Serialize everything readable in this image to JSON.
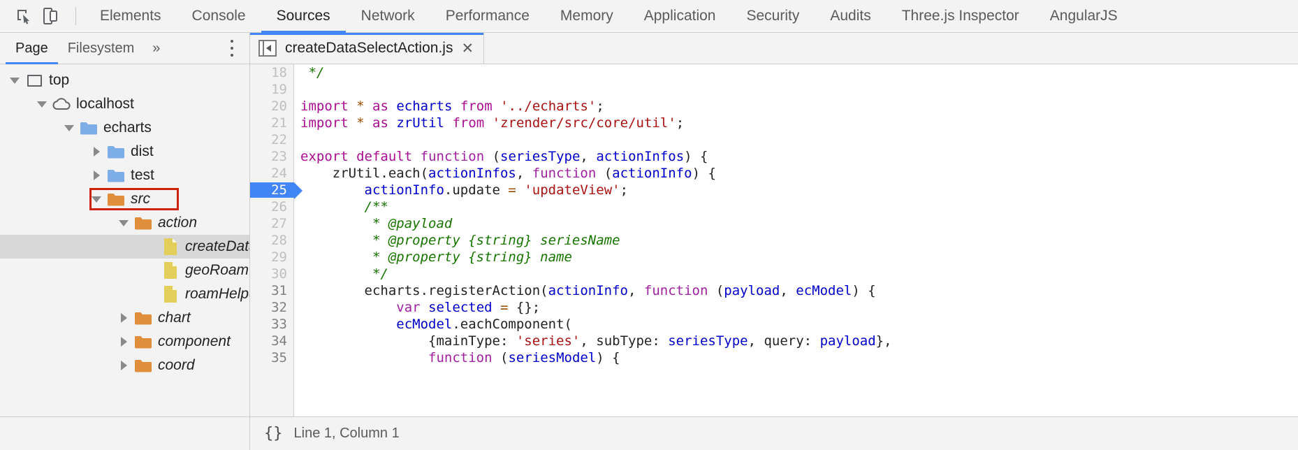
{
  "toolbar": {
    "icons": [
      {
        "name": "inspect-element-icon",
        "title": "Inspect"
      },
      {
        "name": "device-toolbar-icon",
        "title": "Toggle device toolbar"
      }
    ],
    "panels": [
      {
        "label": "Elements",
        "active": false
      },
      {
        "label": "Console",
        "active": false
      },
      {
        "label": "Sources",
        "active": true
      },
      {
        "label": "Network",
        "active": false
      },
      {
        "label": "Performance",
        "active": false
      },
      {
        "label": "Memory",
        "active": false
      },
      {
        "label": "Application",
        "active": false
      },
      {
        "label": "Security",
        "active": false
      },
      {
        "label": "Audits",
        "active": false
      },
      {
        "label": "Three.js Inspector",
        "active": false
      },
      {
        "label": "AngularJS",
        "active": false
      }
    ]
  },
  "navigator": {
    "tabs": [
      {
        "label": "Page",
        "active": true
      },
      {
        "label": "Filesystem",
        "active": false
      }
    ],
    "more_label": "»",
    "menu_name": "more-options",
    "tree": [
      {
        "label": "top",
        "depth": 0,
        "twisty": "down",
        "icon": "frame",
        "italic": false,
        "selected": false,
        "highlighted": false
      },
      {
        "label": "localhost",
        "depth": 1,
        "twisty": "down",
        "icon": "cloud",
        "italic": false,
        "selected": false,
        "highlighted": false
      },
      {
        "label": "echarts",
        "depth": 2,
        "twisty": "down",
        "icon": "folder-blue",
        "italic": false,
        "selected": false,
        "highlighted": false
      },
      {
        "label": "dist",
        "depth": 3,
        "twisty": "right",
        "icon": "folder-blue",
        "italic": false,
        "selected": false,
        "highlighted": false
      },
      {
        "label": "test",
        "depth": 3,
        "twisty": "right",
        "icon": "folder-blue",
        "italic": false,
        "selected": false,
        "highlighted": false
      },
      {
        "label": "src",
        "depth": 3,
        "twisty": "down",
        "icon": "folder-orange",
        "italic": true,
        "selected": false,
        "highlighted": true
      },
      {
        "label": "action",
        "depth": 4,
        "twisty": "down",
        "icon": "folder-orange",
        "italic": true,
        "selected": false,
        "highlighted": false
      },
      {
        "label": "createDataSelectAction.js",
        "depth": 5,
        "twisty": "none",
        "icon": "file-js",
        "italic": true,
        "selected": true,
        "highlighted": false
      },
      {
        "label": "geoRoam.js",
        "depth": 5,
        "twisty": "none",
        "icon": "file-js",
        "italic": true,
        "selected": false,
        "highlighted": false
      },
      {
        "label": "roamHelper.js",
        "depth": 5,
        "twisty": "none",
        "icon": "file-js",
        "italic": true,
        "selected": false,
        "highlighted": false
      },
      {
        "label": "chart",
        "depth": 4,
        "twisty": "right",
        "icon": "folder-orange",
        "italic": true,
        "selected": false,
        "highlighted": false
      },
      {
        "label": "component",
        "depth": 4,
        "twisty": "right",
        "icon": "folder-orange",
        "italic": true,
        "selected": false,
        "highlighted": false
      },
      {
        "label": "coord",
        "depth": 4,
        "twisty": "right",
        "icon": "folder-orange",
        "italic": true,
        "selected": false,
        "highlighted": false
      }
    ]
  },
  "editor": {
    "tab": {
      "filename": "createDataSelectAction.js",
      "close_label": "✕",
      "nav_toggle_name": "show-navigator-toggle"
    },
    "lines": [
      {
        "num": "18",
        "style": "light",
        "tokens": [
          {
            "t": " */",
            "c": "cm"
          }
        ]
      },
      {
        "num": "19",
        "style": "light",
        "tokens": []
      },
      {
        "num": "20",
        "style": "light",
        "tokens": [
          {
            "t": "import",
            "c": "k"
          },
          {
            "t": " ",
            "c": "pl"
          },
          {
            "t": "*",
            "c": "op"
          },
          {
            "t": " ",
            "c": "pl"
          },
          {
            "t": "as",
            "c": "k"
          },
          {
            "t": " ",
            "c": "pl"
          },
          {
            "t": "echarts",
            "c": "id"
          },
          {
            "t": " ",
            "c": "pl"
          },
          {
            "t": "from",
            "c": "k"
          },
          {
            "t": " ",
            "c": "pl"
          },
          {
            "t": "'../echarts'",
            "c": "st"
          },
          {
            "t": ";",
            "c": "pl"
          }
        ]
      },
      {
        "num": "21",
        "style": "light",
        "tokens": [
          {
            "t": "import",
            "c": "k"
          },
          {
            "t": " ",
            "c": "pl"
          },
          {
            "t": "*",
            "c": "op"
          },
          {
            "t": " ",
            "c": "pl"
          },
          {
            "t": "as",
            "c": "k"
          },
          {
            "t": " ",
            "c": "pl"
          },
          {
            "t": "zrUtil",
            "c": "id"
          },
          {
            "t": " ",
            "c": "pl"
          },
          {
            "t": "from",
            "c": "k"
          },
          {
            "t": " ",
            "c": "pl"
          },
          {
            "t": "'zrender/src/core/util'",
            "c": "st"
          },
          {
            "t": ";",
            "c": "pl"
          }
        ]
      },
      {
        "num": "22",
        "style": "light",
        "tokens": []
      },
      {
        "num": "23",
        "style": "light",
        "tokens": [
          {
            "t": "export",
            "c": "k"
          },
          {
            "t": " ",
            "c": "pl"
          },
          {
            "t": "default",
            "c": "k"
          },
          {
            "t": " ",
            "c": "pl"
          },
          {
            "t": "function",
            "c": "kw"
          },
          {
            "t": " (",
            "c": "pl"
          },
          {
            "t": "seriesType",
            "c": "id"
          },
          {
            "t": ", ",
            "c": "pl"
          },
          {
            "t": "actionInfos",
            "c": "id"
          },
          {
            "t": ") {",
            "c": "pl"
          }
        ]
      },
      {
        "num": "24",
        "style": "light",
        "tokens": [
          {
            "t": "    zrUtil.each(",
            "c": "pl"
          },
          {
            "t": "actionInfos",
            "c": "id"
          },
          {
            "t": ", ",
            "c": "pl"
          },
          {
            "t": "function",
            "c": "kw"
          },
          {
            "t": " (",
            "c": "pl"
          },
          {
            "t": "actionInfo",
            "c": "id"
          },
          {
            "t": ") {",
            "c": "pl"
          }
        ]
      },
      {
        "num": "25",
        "style": "current",
        "tokens": [
          {
            "t": "        ",
            "c": "pl"
          },
          {
            "t": "actionInfo",
            "c": "id"
          },
          {
            "t": ".update ",
            "c": "pl"
          },
          {
            "t": "=",
            "c": "op"
          },
          {
            "t": " ",
            "c": "pl"
          },
          {
            "t": "'updateView'",
            "c": "st"
          },
          {
            "t": ";",
            "c": "pl"
          }
        ]
      },
      {
        "num": "26",
        "style": "light",
        "tokens": [
          {
            "t": "        /**",
            "c": "cm"
          }
        ]
      },
      {
        "num": "27",
        "style": "light",
        "tokens": [
          {
            "t": "         * @payload",
            "c": "cm"
          }
        ]
      },
      {
        "num": "28",
        "style": "light",
        "tokens": [
          {
            "t": "         * @property {string} seriesName",
            "c": "cm"
          }
        ]
      },
      {
        "num": "29",
        "style": "light",
        "tokens": [
          {
            "t": "         * @property {string} name",
            "c": "cm"
          }
        ]
      },
      {
        "num": "30",
        "style": "light",
        "tokens": [
          {
            "t": "         */",
            "c": "cm"
          }
        ]
      },
      {
        "num": "31",
        "style": "dark",
        "tokens": [
          {
            "t": "        echarts.registerAction(",
            "c": "pl"
          },
          {
            "t": "actionInfo",
            "c": "id"
          },
          {
            "t": ", ",
            "c": "pl"
          },
          {
            "t": "function",
            "c": "kw"
          },
          {
            "t": " (",
            "c": "pl"
          },
          {
            "t": "payload",
            "c": "id"
          },
          {
            "t": ", ",
            "c": "pl"
          },
          {
            "t": "ecModel",
            "c": "id"
          },
          {
            "t": ") {",
            "c": "pl"
          }
        ]
      },
      {
        "num": "32",
        "style": "dark",
        "tokens": [
          {
            "t": "            ",
            "c": "pl"
          },
          {
            "t": "var",
            "c": "kw"
          },
          {
            "t": " ",
            "c": "pl"
          },
          {
            "t": "selected",
            "c": "id"
          },
          {
            "t": " ",
            "c": "pl"
          },
          {
            "t": "=",
            "c": "op"
          },
          {
            "t": " {};",
            "c": "pl"
          }
        ]
      },
      {
        "num": "33",
        "style": "dark",
        "tokens": [
          {
            "t": "            ",
            "c": "pl"
          },
          {
            "t": "ecModel",
            "c": "id"
          },
          {
            "t": ".eachComponent(",
            "c": "pl"
          }
        ]
      },
      {
        "num": "34",
        "style": "dark",
        "tokens": [
          {
            "t": "                {mainType: ",
            "c": "pl"
          },
          {
            "t": "'series'",
            "c": "st"
          },
          {
            "t": ", subType: ",
            "c": "pl"
          },
          {
            "t": "seriesType",
            "c": "id"
          },
          {
            "t": ", query: ",
            "c": "pl"
          },
          {
            "t": "payload",
            "c": "id"
          },
          {
            "t": "},",
            "c": "pl"
          }
        ]
      },
      {
        "num": "35",
        "style": "dark",
        "tokens": [
          {
            "t": "                ",
            "c": "pl"
          },
          {
            "t": "function",
            "c": "kw"
          },
          {
            "t": " (",
            "c": "pl"
          },
          {
            "t": "seriesModel",
            "c": "id"
          },
          {
            "t": ") {",
            "c": "pl"
          }
        ]
      }
    ],
    "status": {
      "format_label": "{}",
      "cursor_label": "Line 1, Column 1"
    }
  },
  "colors": {
    "accent": "#4285f4",
    "highlight_box": "#cc2200",
    "folder_orange": "#e08d3c",
    "folder_blue": "#7eaee8",
    "file_yellow": "#e3cd5b",
    "selected_row": "#d8d8d8"
  }
}
